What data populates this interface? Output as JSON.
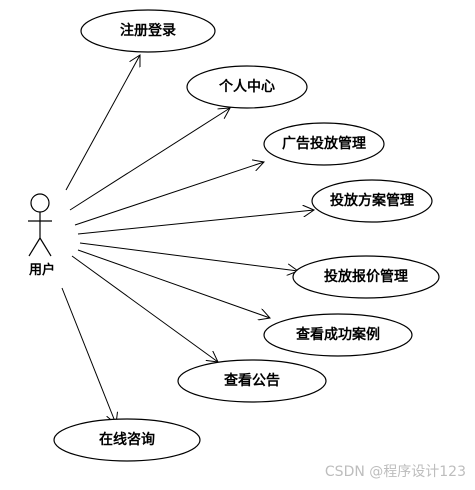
{
  "actor": {
    "name": "用户"
  },
  "use_cases": [
    {
      "id": "register-login",
      "label": "注册登录"
    },
    {
      "id": "personal-center",
      "label": "个人中心"
    },
    {
      "id": "ad-placement-management",
      "label": "广告投放管理"
    },
    {
      "id": "placement-plan-management",
      "label": "投放方案管理"
    },
    {
      "id": "placement-quote-management",
      "label": "投放报价管理"
    },
    {
      "id": "view-success-cases",
      "label": "查看成功案例"
    },
    {
      "id": "view-announcements",
      "label": "查看公告"
    },
    {
      "id": "online-consultation",
      "label": "在线咨询"
    }
  ],
  "watermark": "CSDN @程序设计123"
}
